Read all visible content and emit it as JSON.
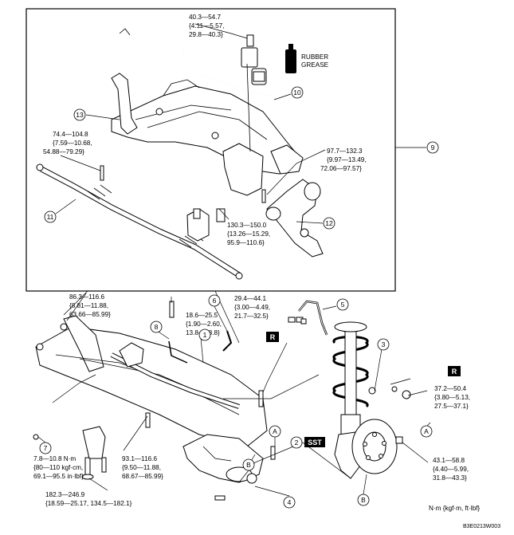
{
  "torque": {
    "t1": [
      "40.3—54.7",
      "{4.11—5.57,",
      "29.8—40.3}"
    ],
    "t2": [
      "74.4—104.8",
      "{7.59—10.68,",
      "54.88—79.29}"
    ],
    "t3": [
      "97.7—132.3",
      "{9.97—13.49,",
      "72.06—97.57}"
    ],
    "t4": [
      "130.3—150.0",
      "{13.26—15.29,",
      "95.9—110.6}"
    ],
    "t5": [
      "86.3—116.6",
      "{8.81—11.88,",
      "63.66—85.99}"
    ],
    "t6": [
      "18.6—25.5",
      "{1.90—2.60,",
      "13.8—18.8}"
    ],
    "t7": [
      "29.4—44.1",
      "{3.00—4.49,",
      "21.7—32.5}"
    ],
    "t8": [
      "37.2—50.4",
      "{3.80—5.13,",
      "27.5—37.1}"
    ],
    "t9": [
      "7.8—10.8 N·m",
      "{80—110 kgf·cm,",
      "69.1—95.5 in·lbf}"
    ],
    "t10": [
      "93.1—116.6",
      "{9.50—11.88,",
      "68.67—85.99}"
    ],
    "t11": [
      "43.1—58.8",
      "{4.40—5.99,",
      "31.8—43.3}"
    ],
    "t12": [
      "182.3—246.9",
      "{18.59—25.17, 134.5—182.1}"
    ]
  },
  "grease": [
    "RUBBER",
    "GREASE"
  ],
  "callouts": {
    "c1": "1",
    "c2": "2",
    "c3": "3",
    "c4": "4",
    "c5": "5",
    "c6": "6",
    "c7": "7",
    "c8": "8",
    "c9": "9",
    "c10": "10",
    "c11": "11",
    "c12": "12",
    "c13": "13"
  },
  "refs": {
    "a": "A",
    "b": "B"
  },
  "badges": {
    "r": "R",
    "sst": "SST"
  },
  "units": "N·m {kgf·m, ft·lbf}",
  "code": "B3E0213W003"
}
